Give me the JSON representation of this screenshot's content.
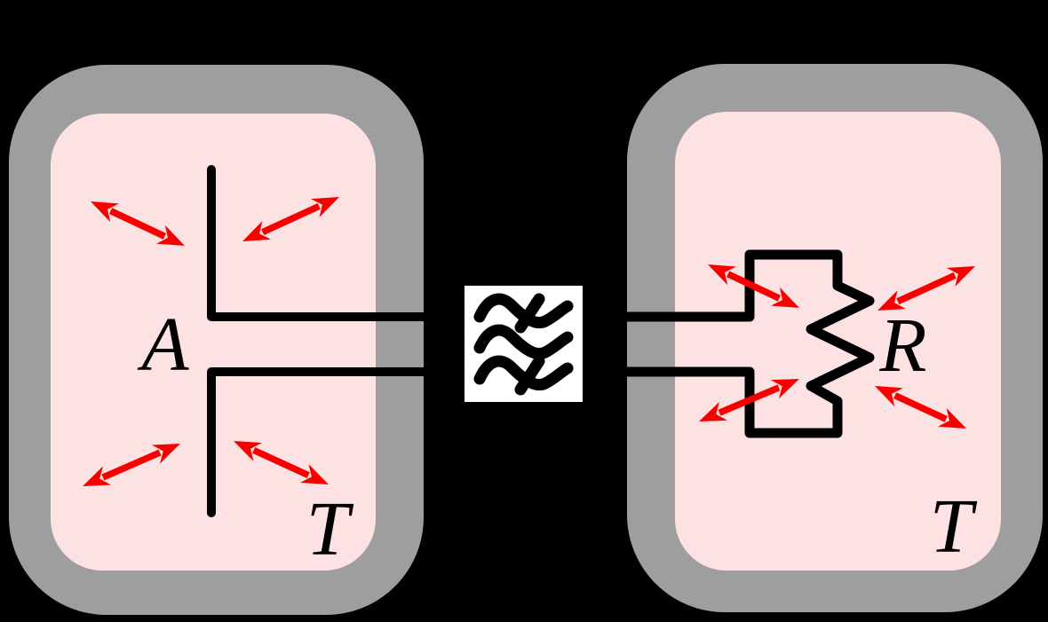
{
  "labels": {
    "left_component": "A",
    "left_temperature": "T",
    "right_component": "R",
    "right_temperature": "T"
  },
  "icons": {
    "left_symbol": "antenna-icon",
    "center_symbol": "band-pass-filter-icon",
    "right_symbol": "resistor-icon",
    "radiation_symbol": "radiation-double-arrow-icon"
  },
  "colors": {
    "background": "#000000",
    "enclosure_wall": "#9e9e9e",
    "enclosure_interior": "#fce2e2",
    "circuit_line": "#000000",
    "filter_box": "#ffffff",
    "filter_symbol": "#000000",
    "radiation_arrow": "#f80000",
    "label_text": "#000000"
  }
}
